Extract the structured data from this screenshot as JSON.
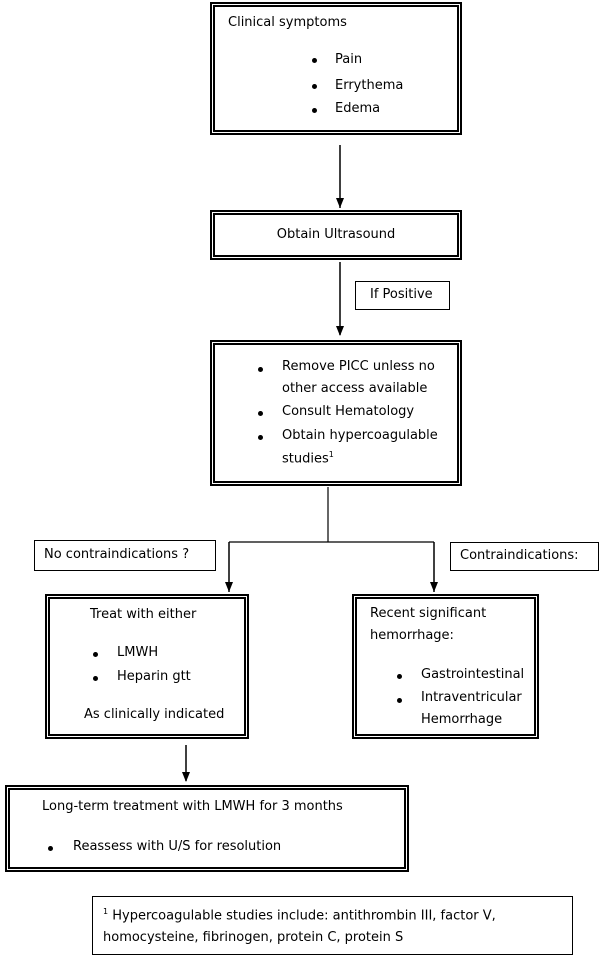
{
  "box1": {
    "title": "Clinical symptoms",
    "items": [
      "Pain",
      "Errythema",
      "Edema"
    ]
  },
  "box2": {
    "label": "Obtain Ultrasound"
  },
  "condition1": "If Positive",
  "box3": {
    "item1_line1": "Remove PICC unless no",
    "item1_line2": "other access available",
    "item2": "Consult Hematology",
    "item3_line1": "Obtain hypercoagulable",
    "item3_line2": "studies",
    "item3_sup": "1"
  },
  "branch_left": "No contraindications ?",
  "branch_right": "Contraindications:",
  "box4": {
    "title": "Treat with either",
    "items": [
      "LMWH",
      "Heparin gtt"
    ],
    "footer": "As clinically indicated"
  },
  "box5": {
    "title_line1": "Recent significant",
    "title_line2": "hemorrhage:",
    "item1": "Gastrointestinal",
    "item2_line1": "Intraventricular",
    "item2_line2": "Hemorrhage"
  },
  "box6": {
    "title": "Long-term treatment with LMWH for 3 months",
    "item": "Reassess with U/S for resolution"
  },
  "footnote": {
    "sup": "1",
    "line1": " Hypercoagulable studies include: antithrombin III, factor V,",
    "line2": "homocysteine, fibrinogen, protein C, protein S"
  }
}
